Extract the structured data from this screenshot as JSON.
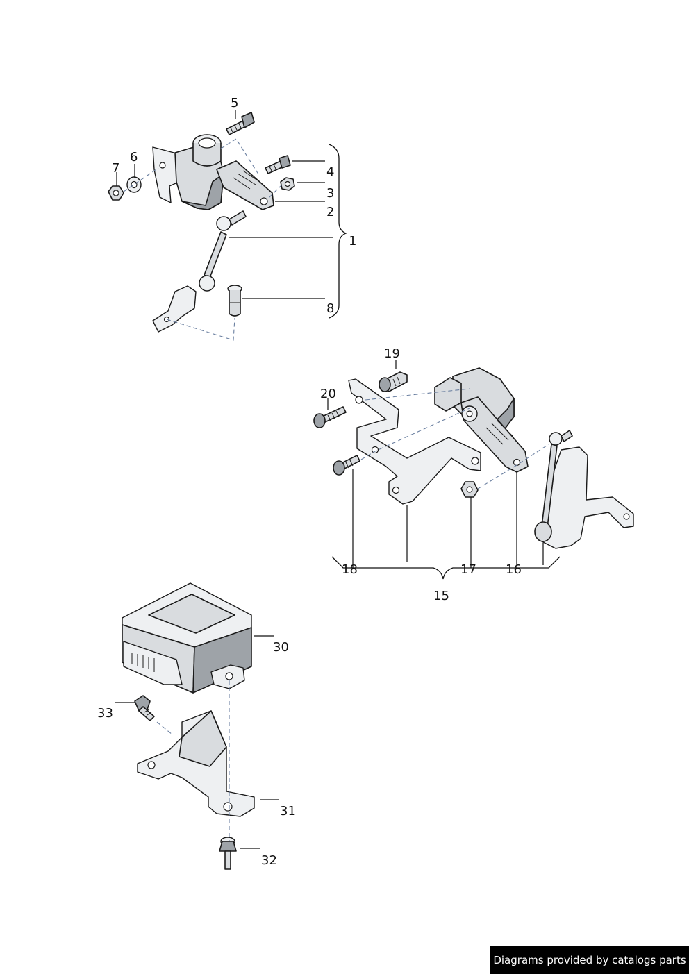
{
  "callouts": {
    "c1": "1",
    "c2": "2",
    "c3": "3",
    "c4": "4",
    "c5": "5",
    "c6": "6",
    "c7": "7",
    "c8": "8",
    "c15": "15",
    "c16": "16",
    "c17": "17",
    "c18": "18",
    "c19": "19",
    "c20": "20",
    "c30": "30",
    "c31": "31",
    "c32": "32",
    "c33": "33"
  },
  "footer": {
    "text": "Diagrams provided by catalogs parts"
  }
}
